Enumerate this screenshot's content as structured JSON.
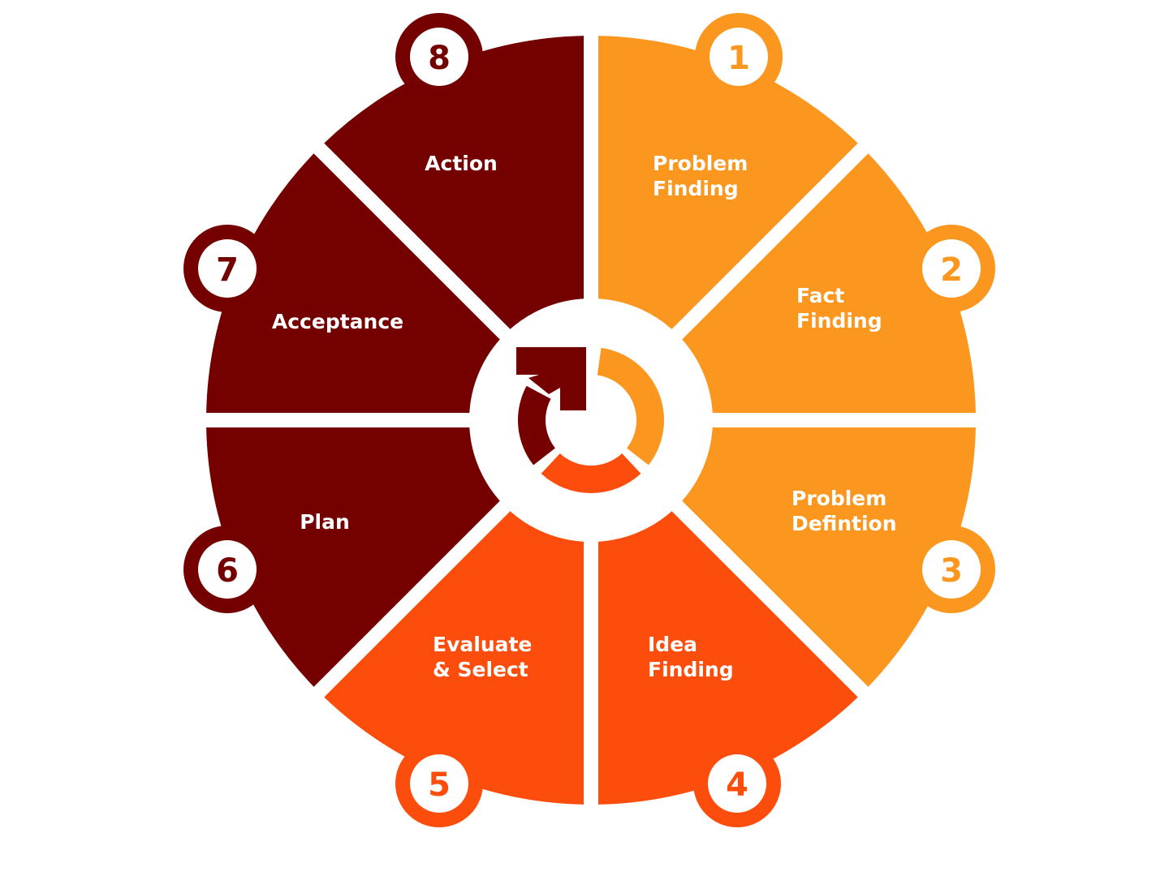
{
  "colors": {
    "light_orange": "#FB961E",
    "red_orange": "#FD4D0D",
    "dark_red": "#740000",
    "background": "#FFFFFF"
  },
  "segments": [
    {
      "number": "1",
      "lines": [
        "Problem",
        "Finding"
      ],
      "color": "light_orange"
    },
    {
      "number": "2",
      "lines": [
        "Fact",
        "Finding"
      ],
      "color": "light_orange"
    },
    {
      "number": "3",
      "lines": [
        "Problem",
        "Defintion"
      ],
      "color": "light_orange"
    },
    {
      "number": "4",
      "lines": [
        "Idea",
        "Finding"
      ],
      "color": "red_orange"
    },
    {
      "number": "5",
      "lines": [
        "Evaluate",
        "& Select"
      ],
      "color": "red_orange"
    },
    {
      "number": "6",
      "lines": [
        "Plan"
      ],
      "color": "dark_red"
    },
    {
      "number": "7",
      "lines": [
        "Acceptance"
      ],
      "color": "dark_red"
    },
    {
      "number": "8",
      "lines": [
        "Action"
      ],
      "color": "dark_red"
    }
  ],
  "center_icon": "cycle-arrow-icon"
}
